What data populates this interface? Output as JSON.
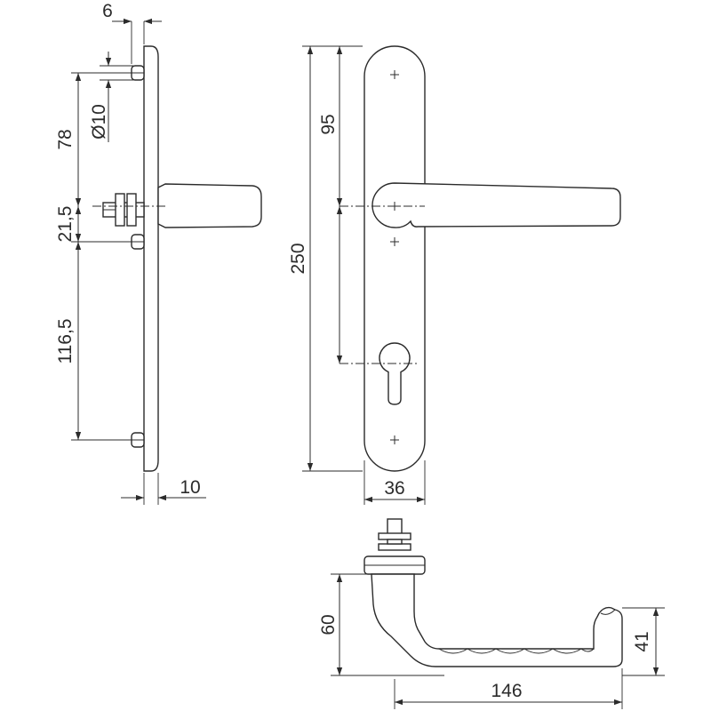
{
  "dimensions": {
    "side_plate_thickness": "6",
    "hole_diameter": "Ø10",
    "hole_to_spindle": "78",
    "spindle_to_hole": "21,5",
    "hole_to_bottom_hole": "116,5",
    "plate_depth": "10",
    "spindle_to_cylinder": "95",
    "plate_length": "250",
    "plate_width": "36",
    "handle_height": "60",
    "handle_end_height": "41",
    "handle_length": "146"
  }
}
